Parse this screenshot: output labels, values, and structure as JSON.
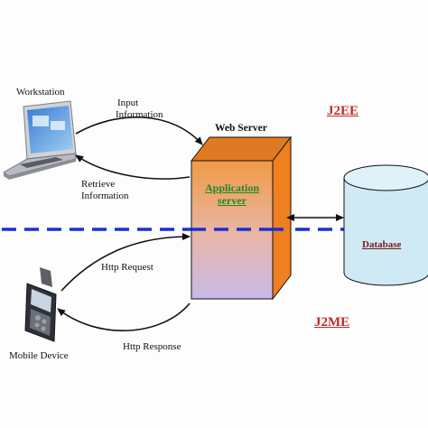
{
  "labels": {
    "workstation": "Workstation",
    "input_information": [
      "Input",
      "Information"
    ],
    "retrieve_information": [
      "Retrieve",
      "Information"
    ],
    "web_server": "Web Server",
    "application_server": [
      "Application",
      "server"
    ],
    "database": "Database",
    "http_request": "Http Request",
    "http_response": "Http Response",
    "mobile_device": "Mobile Device",
    "j2ee": "J2EE",
    "j2me": "J2ME"
  },
  "colors": {
    "divider": "#1b2fd6",
    "server_front_top": "#f0a050",
    "server_front_bottom": "#c9b6e8",
    "server_side": "#f07f1f",
    "database_fill": "#cfeaf5",
    "region_label": "#c62828",
    "app_server_text": "#1f8a22",
    "database_text": "#7a1b12"
  },
  "icons": [
    "laptop-icon",
    "mobile-phone-icon"
  ]
}
